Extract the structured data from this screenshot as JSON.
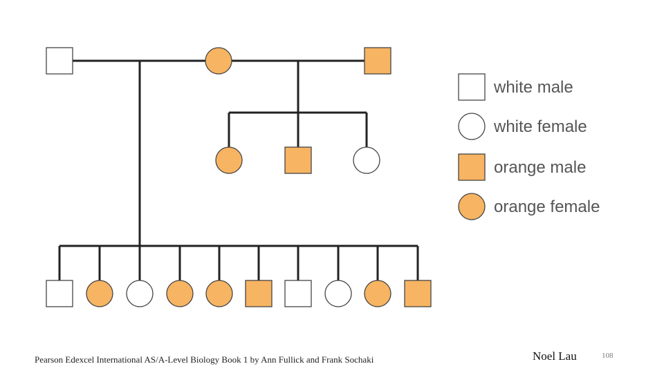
{
  "colors": {
    "white": "#ffffff",
    "orange": "#f7b462",
    "stroke": "#444444",
    "line": "#222222"
  },
  "pedigree": {
    "parents": [
      {
        "sex": "male",
        "color": "white"
      },
      {
        "sex": "female",
        "color": "orange"
      },
      {
        "sex": "male",
        "color": "orange"
      }
    ],
    "family_a_children": [
      {
        "sex": "male",
        "color": "white"
      },
      {
        "sex": "female",
        "color": "orange"
      },
      {
        "sex": "female",
        "color": "white"
      },
      {
        "sex": "female",
        "color": "orange"
      },
      {
        "sex": "female",
        "color": "orange"
      },
      {
        "sex": "male",
        "color": "orange"
      },
      {
        "sex": "male",
        "color": "white"
      },
      {
        "sex": "female",
        "color": "white"
      },
      {
        "sex": "female",
        "color": "orange"
      },
      {
        "sex": "male",
        "color": "orange"
      }
    ],
    "family_b_children": [
      {
        "sex": "female",
        "color": "orange"
      },
      {
        "sex": "male",
        "color": "orange"
      },
      {
        "sex": "female",
        "color": "white"
      }
    ]
  },
  "legend": [
    {
      "label": "white male",
      "sex": "male",
      "color": "white"
    },
    {
      "label": "white female",
      "sex": "female",
      "color": "white"
    },
    {
      "label": "orange male",
      "sex": "male",
      "color": "orange"
    },
    {
      "label": "orange female",
      "sex": "female",
      "color": "orange"
    }
  ],
  "footer": {
    "citation": "Pearson Edexcel International AS/A-Level Biology Book 1 by Ann Fullick and Frank Sochaki",
    "author": "Noel Lau",
    "page_number": "108"
  }
}
